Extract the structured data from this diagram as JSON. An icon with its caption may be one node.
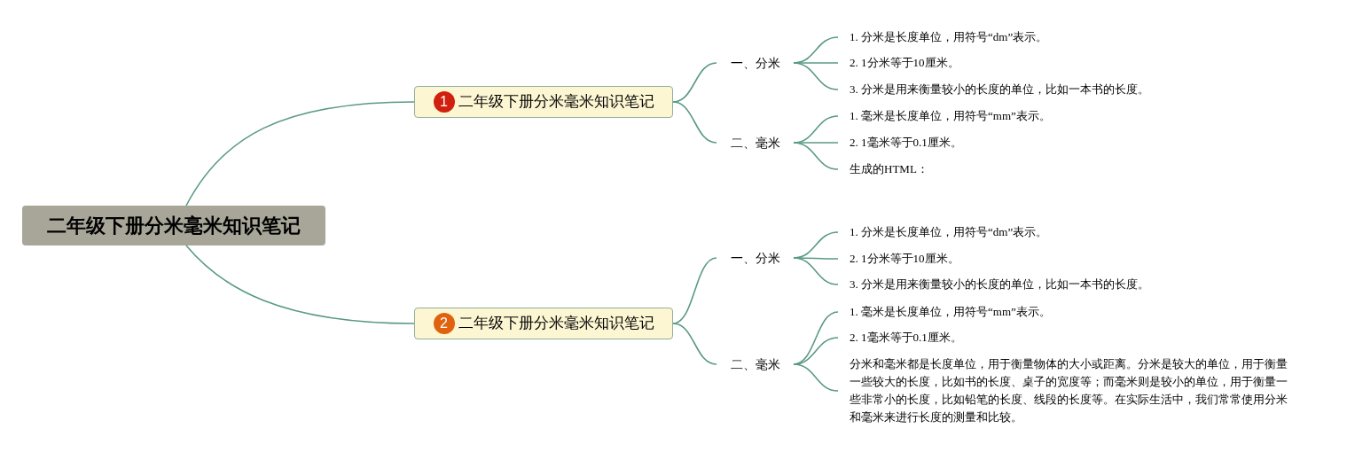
{
  "diagram": {
    "nodes": [
      {
        "text": [
          "二年级下册分米毫米知识笔记"
        ]
      },
      {
        "text": [
          "1",
          "二年级下册分米毫米知识笔记"
        ]
      },
      {
        "text": [
          "一、分米"
        ]
      },
      {
        "text": [
          "1. 分米是长度单位，用符号“dm”表示。"
        ]
      },
      {
        "text": [
          "2. 1分米等于10厘米。"
        ]
      },
      {
        "text": [
          "3. 分米是用来衡量较小的长度的单位，比如一本书的长度。"
        ]
      },
      {
        "text": [
          "二、毫米"
        ]
      },
      {
        "text": [
          "1. 毫米是长度单位，用符号“mm”表示。"
        ]
      },
      {
        "text": [
          "2. 1毫米等于0.1厘米。"
        ]
      },
      {
        "text": [
          "生成的HTML："
        ]
      },
      {
        "text": [
          "2",
          "二年级下册分米毫米知识笔记"
        ]
      },
      {
        "text": [
          "一、分米"
        ]
      },
      {
        "text": [
          "1. 分米是长度单位，用符号“dm”表示。"
        ]
      },
      {
        "text": [
          "2. 1分米等于10厘米。"
        ]
      },
      {
        "text": [
          "3. 分米是用来衡量较小的长度的单位，比如一本书的长度。"
        ]
      },
      {
        "text": [
          "二、毫米"
        ]
      },
      {
        "text": [
          "1. 毫米是长度单位，用符号“mm”表示。"
        ]
      },
      {
        "text": [
          "2. 1毫米等于0.1厘米。"
        ]
      },
      {
        "text": [
          "分米和毫米都是长度单位，用于衡量物体的大小或距离。分米是较大的单位，用于衡量一些较大的长度，比如书的长度、桌子的宽度等；而毫米则是较小的单位，用于衡量一些非常小的长度，比如铅笔的长度、线段的长度等。在实际生活中，我们常常使用分米和毫米来进行长度的测量和比较。"
        ]
      }
    ],
    "edges": [
      {
        "from": 0,
        "to": 1,
        "arrow": "none"
      },
      {
        "from": 1,
        "to": 2,
        "arrow": "none"
      },
      {
        "from": 2,
        "to": 3,
        "arrow": "none"
      },
      {
        "from": 2,
        "to": 4,
        "arrow": "none"
      },
      {
        "from": 2,
        "to": 5,
        "arrow": "none"
      },
      {
        "from": 1,
        "to": 6,
        "arrow": "none"
      },
      {
        "from": 6,
        "to": 7,
        "arrow": "none"
      },
      {
        "from": 6,
        "to": 8,
        "arrow": "none"
      },
      {
        "from": 6,
        "to": 9,
        "arrow": "none"
      },
      {
        "from": 0,
        "to": 10,
        "arrow": "none"
      },
      {
        "from": 10,
        "to": 11,
        "arrow": "none"
      },
      {
        "from": 11,
        "to": 12,
        "arrow": "none"
      },
      {
        "from": 11,
        "to": 13,
        "arrow": "none"
      },
      {
        "from": 11,
        "to": 14,
        "arrow": "none"
      },
      {
        "from": 10,
        "to": 15,
        "arrow": "none"
      },
      {
        "from": 15,
        "to": 16,
        "arrow": "none"
      },
      {
        "from": 15,
        "to": 17,
        "arrow": "none"
      },
      {
        "from": 15,
        "to": 18,
        "arrow": "none"
      }
    ]
  }
}
